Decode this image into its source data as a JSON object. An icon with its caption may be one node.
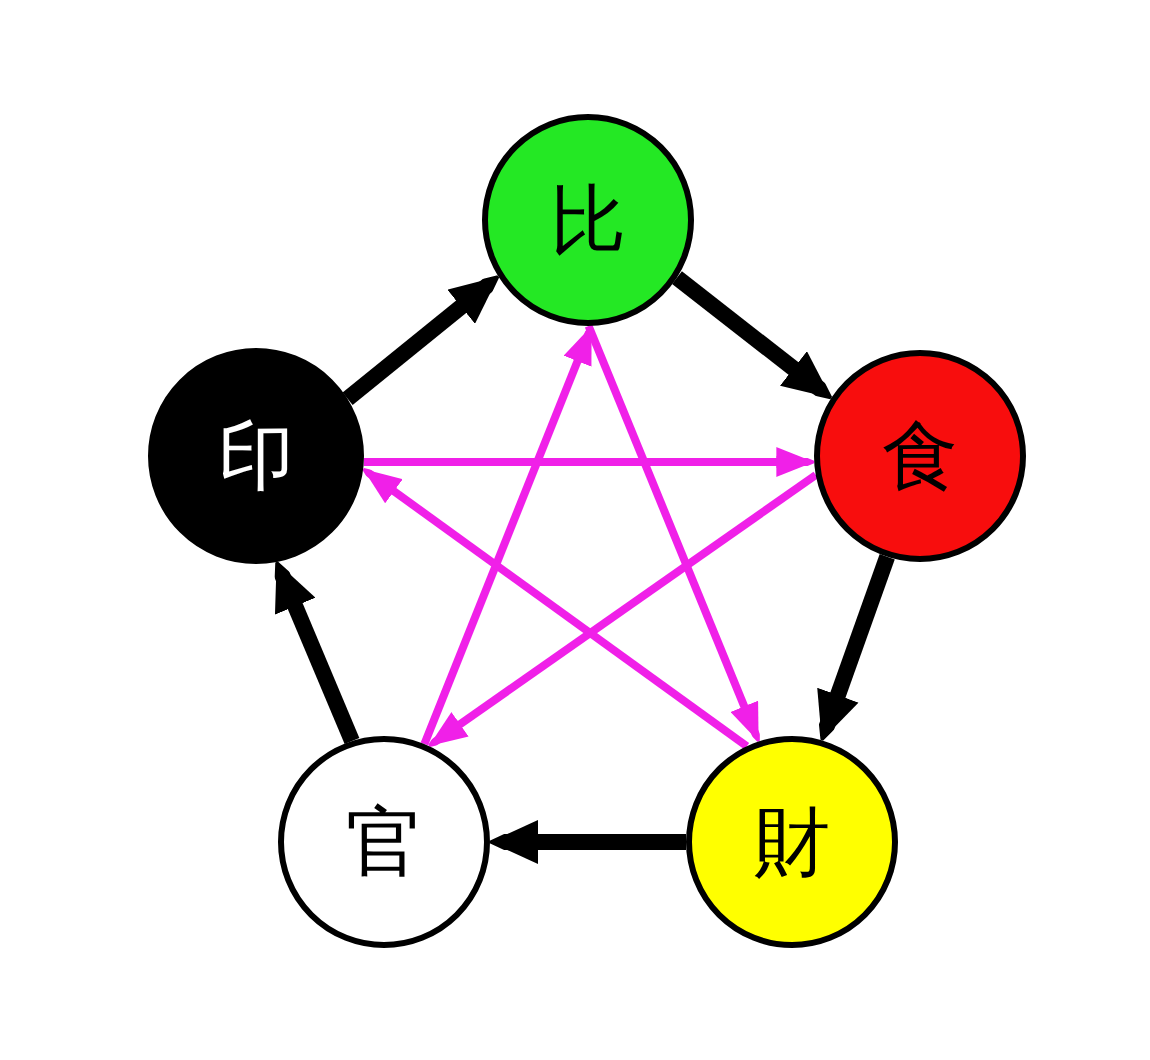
{
  "diagram": {
    "nodes": [
      {
        "text": [
          "比"
        ]
      },
      {
        "text": [
          "印"
        ]
      },
      {
        "text": [
          "食"
        ]
      },
      {
        "text": [
          "官"
        ]
      },
      {
        "text": [
          "財"
        ]
      }
    ],
    "edges": [
      {
        "from": 1,
        "to": 0,
        "arrow": "to",
        "style": "thick"
      },
      {
        "from": 0,
        "to": 2,
        "arrow": "to",
        "style": "thick"
      },
      {
        "from": 2,
        "to": 4,
        "arrow": "to",
        "style": "thick"
      },
      {
        "from": 4,
        "to": 3,
        "arrow": "to",
        "style": "thick"
      },
      {
        "from": 3,
        "to": 1,
        "arrow": "to",
        "style": "thick"
      },
      {
        "from": 1,
        "to": 2,
        "arrow": "to",
        "color": "#f020e8"
      },
      {
        "from": 2,
        "to": 3,
        "arrow": "to",
        "color": "#f020e8"
      },
      {
        "from": 3,
        "to": 0,
        "arrow": "to",
        "color": "#f020e8"
      },
      {
        "from": 0,
        "to": 4,
        "arrow": "to",
        "color": "#f020e8"
      },
      {
        "from": 4,
        "to": 1,
        "arrow": "to",
        "color": "#f020e8"
      }
    ]
  }
}
